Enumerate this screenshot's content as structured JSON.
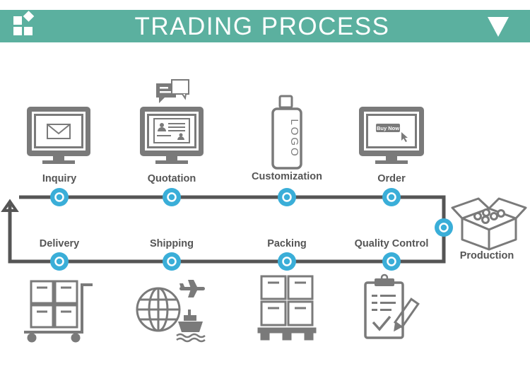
{
  "header": {
    "title": "TRADING PROCESS",
    "accent_color": "#5bb09f",
    "logo_icon": "squares-logo-icon",
    "menu_icon": "triangle-down-icon"
  },
  "colors": {
    "flow_line": "#555555",
    "node_fill": "#3aaed8",
    "icon_gray": "#7a7a7a",
    "label": "#555555"
  },
  "steps": [
    {
      "label": "Inquiry",
      "icon": "monitor-envelope-icon"
    },
    {
      "label": "Quotation",
      "icon": "monitor-quotation-icon"
    },
    {
      "label": "Customization",
      "icon": "bottle-logo-icon"
    },
    {
      "label": "Order",
      "icon": "monitor-buy-now-icon"
    },
    {
      "label": "Production",
      "icon": "open-box-icon"
    },
    {
      "label": "Quality Control",
      "icon": "clipboard-checklist-icon"
    },
    {
      "label": "Packing",
      "icon": "pallet-boxes-icon"
    },
    {
      "label": "Shipping",
      "icon": "globe-plane-ship-icon"
    },
    {
      "label": "Delivery",
      "icon": "hand-truck-icon"
    }
  ],
  "icon_text": {
    "bottle": "LOGO",
    "buy_button": "Buy Now"
  }
}
